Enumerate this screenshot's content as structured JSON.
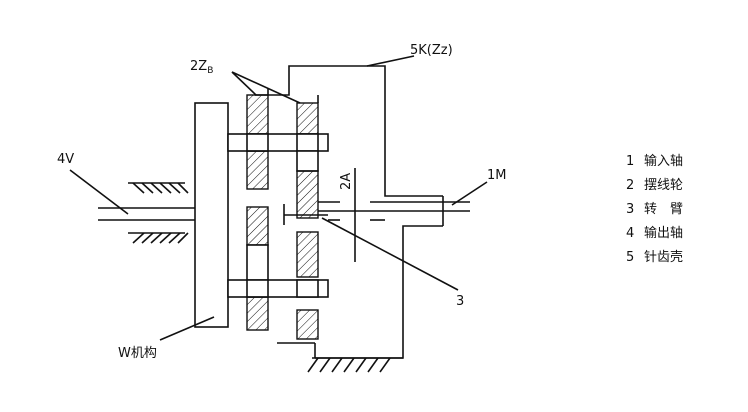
{
  "labels": {
    "a_2zb": "2Z",
    "a_2zb_sub": "B",
    "a_5k": "5K(Zz)",
    "a_4v": "4V",
    "a_1m": "1M",
    "a_2a": "2A",
    "a_3": "3",
    "a_wjg": "W机构"
  },
  "legend": [
    {
      "num": "1",
      "text": "输入轴"
    },
    {
      "num": "2",
      "text": "摆线轮"
    },
    {
      "num": "3",
      "text": "转　臂"
    },
    {
      "num": "4",
      "text": "输出轴"
    },
    {
      "num": "5",
      "text": "针齿壳"
    }
  ]
}
